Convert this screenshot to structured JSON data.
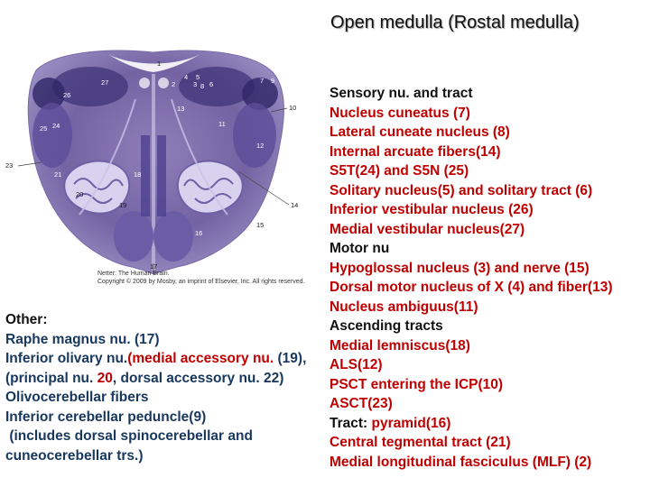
{
  "title": "Open medulla (Rostal medulla)",
  "figure": {
    "caption_lines": [
      "Netter: The Human Brain.",
      "Copyright © 2009 by Mosby, an imprint of Elsevier, Inc. All rights reserved."
    ],
    "numbers": {
      "n1": "1",
      "n2": "2",
      "n3": "3",
      "n4": "4",
      "n5": "5",
      "n6": "6",
      "n7": "7",
      "n8": "8",
      "n9": "9",
      "n10": "10",
      "n11": "11",
      "n12": "12",
      "n13": "13",
      "n14": "14",
      "n15": "15",
      "n16": "16",
      "n17": "17",
      "n18": "18",
      "n19": "19",
      "n20": "20",
      "n21": "21",
      "n23": "23",
      "n24": "24",
      "n25": "25",
      "n26": "26",
      "n27": "27"
    }
  },
  "right_list": {
    "sensory": "Sensory nu. and tract",
    "cuneatus": "Nucleus cuneatus (7)",
    "lateral_cuneate": "Lateral cuneate nucleus (8)",
    "arcuate": "Internal arcuate fibers(14)",
    "s5t": "S5T(24) and S5N (25)",
    "solitary": "Solitary nucleus(5) and solitary tract (6)",
    "inf_vestibular": "Inferior vestibular nucleus (26)",
    "med_vestibular": "Medial vestibular nucleus(27)",
    "motor": "Motor nu",
    "hypoglossal": "Hypoglossal nucleus (3) and nerve (15)",
    "dorsal_motor": "Dorsal motor nucleus of X (4) and fiber(13)",
    "ambiguus": "Nucleus ambiguus(11)",
    "ascending": "Ascending tracts",
    "lemniscus": "Medial lemniscus(18)",
    "als": "ALS(12)",
    "psct": "PSCT entering the ICP(10)",
    "asct": "ASCT(23)",
    "tract_prefix": "Tract: ",
    "pyramid": "pyramid(16)",
    "tegmental": "Central tegmental tract (21)",
    "mlf": "Medial longitudinal fasciculus (MLF) (2)"
  },
  "left_list": {
    "other": "Other:",
    "raphe": "Raphe magnus nu. (17)",
    "olivary_a": "Inferior olivary nu.",
    "olivary_b": "(medial accessory nu.",
    "olivary_c": "(19), (principal nu. ",
    "olivary_d": "20",
    "olivary_e": ", dorsal accessory nu. 22)",
    "olivo": "Olivocerebellar fibers",
    "icp": "Inferior cerebellar peduncle(9)",
    "icp_note": " (includes dorsal spinocerebellar and cuneocerebellar trs.)"
  }
}
